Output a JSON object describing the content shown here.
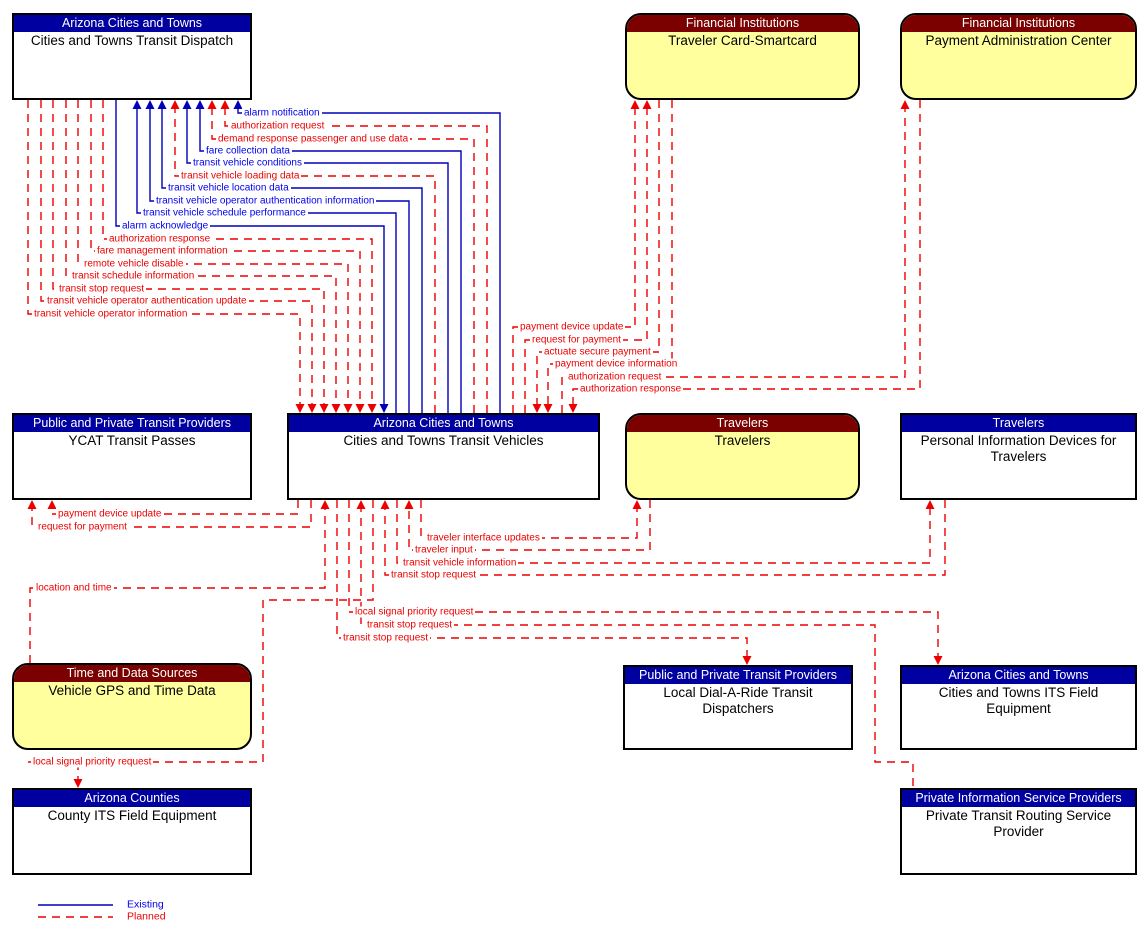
{
  "colors": {
    "existing_line": "#0000bb",
    "planned_line": "#ee0000",
    "header_blue": "#0000a0",
    "header_maroon": "#7b0000",
    "body_yellow": "#ffff9e"
  },
  "legend": {
    "existing_label": "Existing",
    "planned_label": "Planned"
  },
  "boxes": [
    {
      "id": "transit-dispatch",
      "category": "Arizona Cities and Towns",
      "name": "Cities and Towns Transit Dispatch"
    },
    {
      "id": "traveler-card",
      "category": "Financial Institutions",
      "name": "Traveler Card-Smartcard"
    },
    {
      "id": "payment-admin-center",
      "category": "Financial Institutions",
      "name": "Payment Administration Center"
    },
    {
      "id": "ycat-transit-passes",
      "category": "Public and Private Transit Providers",
      "name": "YCAT Transit Passes"
    },
    {
      "id": "transit-vehicles",
      "category": "Arizona Cities and Towns",
      "name": "Cities and Towns Transit Vehicles"
    },
    {
      "id": "travelers",
      "category": "Travelers",
      "name": "Travelers"
    },
    {
      "id": "personal-info-devices",
      "category": "Travelers",
      "name": "Personal Information Devices for Travelers"
    },
    {
      "id": "vehicle-gps",
      "category": "Time and Data Sources",
      "name": "Vehicle GPS and Time Data"
    },
    {
      "id": "dial-a-ride-dispatchers",
      "category": "Public and Private Transit Providers",
      "name": "Local Dial-A-Ride Transit Dispatchers"
    },
    {
      "id": "city-its-field-equipment",
      "category": "Arizona Cities and Towns",
      "name": "Cities and Towns ITS Field Equipment"
    },
    {
      "id": "county-its-field-equipment",
      "category": "Arizona Counties",
      "name": "County ITS Field Equipment"
    },
    {
      "id": "private-routing-provider",
      "category": "Private Information Service Providers",
      "name": "Private Transit Routing Service Provider"
    }
  ],
  "flows": [
    {
      "label": "alarm notification",
      "status": "existing",
      "from": "transit-vehicles",
      "to": "transit-dispatch"
    },
    {
      "label": "authorization request",
      "status": "planned",
      "from": "transit-vehicles",
      "to": "transit-dispatch"
    },
    {
      "label": "demand response passenger and use data",
      "status": "planned",
      "from": "transit-vehicles",
      "to": "transit-dispatch"
    },
    {
      "label": "fare collection data",
      "status": "existing",
      "from": "transit-vehicles",
      "to": "transit-dispatch"
    },
    {
      "label": "transit vehicle conditions",
      "status": "existing",
      "from": "transit-vehicles",
      "to": "transit-dispatch"
    },
    {
      "label": "transit vehicle loading data",
      "status": "planned",
      "from": "transit-vehicles",
      "to": "transit-dispatch"
    },
    {
      "label": "transit vehicle location data",
      "status": "existing",
      "from": "transit-vehicles",
      "to": "transit-dispatch"
    },
    {
      "label": "transit vehicle operator authentication information",
      "status": "existing",
      "from": "transit-vehicles",
      "to": "transit-dispatch"
    },
    {
      "label": "transit vehicle schedule performance",
      "status": "existing",
      "from": "transit-vehicles",
      "to": "transit-dispatch"
    },
    {
      "label": "alarm acknowledge",
      "status": "existing",
      "from": "transit-dispatch",
      "to": "transit-vehicles"
    },
    {
      "label": "authorization response",
      "status": "planned",
      "from": "transit-dispatch",
      "to": "transit-vehicles"
    },
    {
      "label": "fare management information",
      "status": "planned",
      "from": "transit-dispatch",
      "to": "transit-vehicles"
    },
    {
      "label": "remote vehicle disable",
      "status": "planned",
      "from": "transit-dispatch",
      "to": "transit-vehicles"
    },
    {
      "label": "transit schedule information",
      "status": "planned",
      "from": "transit-dispatch",
      "to": "transit-vehicles"
    },
    {
      "label": "transit stop request",
      "status": "planned",
      "from": "transit-dispatch",
      "to": "transit-vehicles"
    },
    {
      "label": "transit vehicle operator authentication update",
      "status": "planned",
      "from": "transit-dispatch",
      "to": "transit-vehicles"
    },
    {
      "label": "transit vehicle operator information",
      "status": "planned",
      "from": "transit-dispatch",
      "to": "transit-vehicles"
    },
    {
      "label": "payment device update",
      "status": "planned",
      "from": "transit-vehicles",
      "to": "traveler-card"
    },
    {
      "label": "request for payment",
      "status": "planned",
      "from": "transit-vehicles",
      "to": "traveler-card"
    },
    {
      "label": "actuate secure payment",
      "status": "planned",
      "from": "traveler-card",
      "to": "transit-vehicles"
    },
    {
      "label": "payment device information",
      "status": "planned",
      "from": "traveler-card",
      "to": "transit-vehicles"
    },
    {
      "label": "authorization request",
      "status": "planned",
      "from": "transit-vehicles",
      "to": "payment-admin-center"
    },
    {
      "label": "authorization response",
      "status": "planned",
      "from": "payment-admin-center",
      "to": "transit-vehicles"
    },
    {
      "label": "payment device update",
      "status": "planned",
      "from": "transit-vehicles",
      "to": "ycat-transit-passes"
    },
    {
      "label": "request for payment",
      "status": "planned",
      "from": "transit-vehicles",
      "to": "ycat-transit-passes"
    },
    {
      "label": "traveler interface updates",
      "status": "planned",
      "from": "transit-vehicles",
      "to": "travelers"
    },
    {
      "label": "traveler input",
      "status": "planned",
      "from": "travelers",
      "to": "transit-vehicles"
    },
    {
      "label": "transit vehicle information",
      "status": "planned",
      "from": "transit-vehicles",
      "to": "personal-info-devices"
    },
    {
      "label": "transit stop request",
      "status": "planned",
      "from": "personal-info-devices",
      "to": "transit-vehicles"
    },
    {
      "label": "location and time",
      "status": "planned",
      "from": "vehicle-gps",
      "to": "transit-vehicles"
    },
    {
      "label": "local signal priority request",
      "status": "planned",
      "from": "transit-vehicles",
      "to": "city-its-field-equipment"
    },
    {
      "label": "transit stop request",
      "status": "planned",
      "from": "private-routing-provider",
      "to": "transit-vehicles"
    },
    {
      "label": "transit stop request",
      "status": "planned",
      "from": "transit-vehicles",
      "to": "dial-a-ride-dispatchers"
    },
    {
      "label": "local signal priority request",
      "status": "planned",
      "from": "transit-vehicles",
      "to": "county-its-field-equipment"
    }
  ]
}
